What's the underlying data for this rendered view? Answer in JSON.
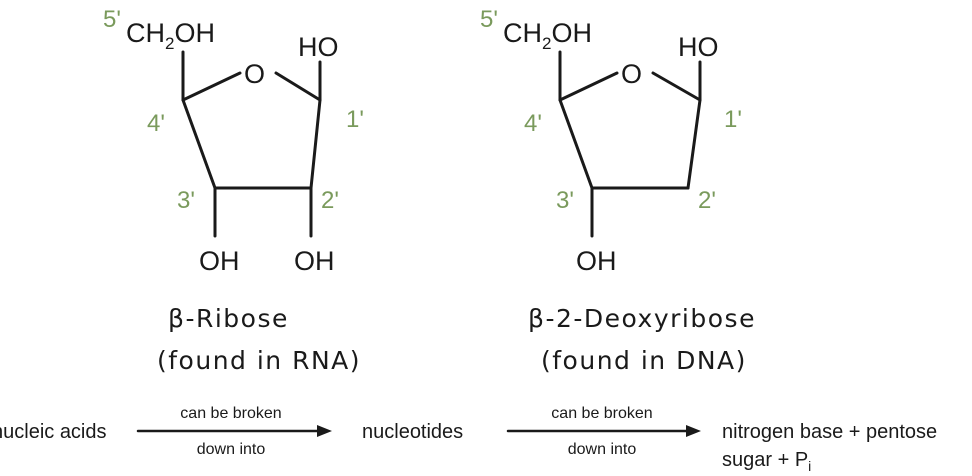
{
  "colors": {
    "position_label": "#7a9a5c",
    "ink": "#1a1a1a"
  },
  "ribose": {
    "ch2oh_ch": "CH",
    "ch2oh_sub": "2",
    "ch2oh_oh": "OH",
    "ring_o": "O",
    "c1_ho": "HO",
    "c3_oh": "OH",
    "c2_oh": "OH",
    "pos_5": "5'",
    "pos_4": "4'",
    "pos_3": "3'",
    "pos_2": "2'",
    "pos_1": "1'",
    "name": "β-Ribose",
    "note": "(found in RNA)"
  },
  "deoxyribose": {
    "ch2oh_ch": "CH",
    "ch2oh_sub": "2",
    "ch2oh_oh": "OH",
    "ring_o": "O",
    "c1_ho": "HO",
    "c3_oh": "OH",
    "pos_5": "5'",
    "pos_4": "4'",
    "pos_3": "3'",
    "pos_2": "2'",
    "pos_1": "1'",
    "name": "β-2-Deoxyribose",
    "note": "(found in DNA)"
  },
  "flow": {
    "start": "nucleic acids",
    "arrow1_top": "can be broken",
    "arrow1_bottom": "down into",
    "middle": "nucleotides",
    "arrow2_top": "can be broken",
    "arrow2_bottom": "down into",
    "end_line1": "nitrogen base + pentose",
    "end_line2_main": "sugar + P",
    "end_line2_sub": "i"
  }
}
